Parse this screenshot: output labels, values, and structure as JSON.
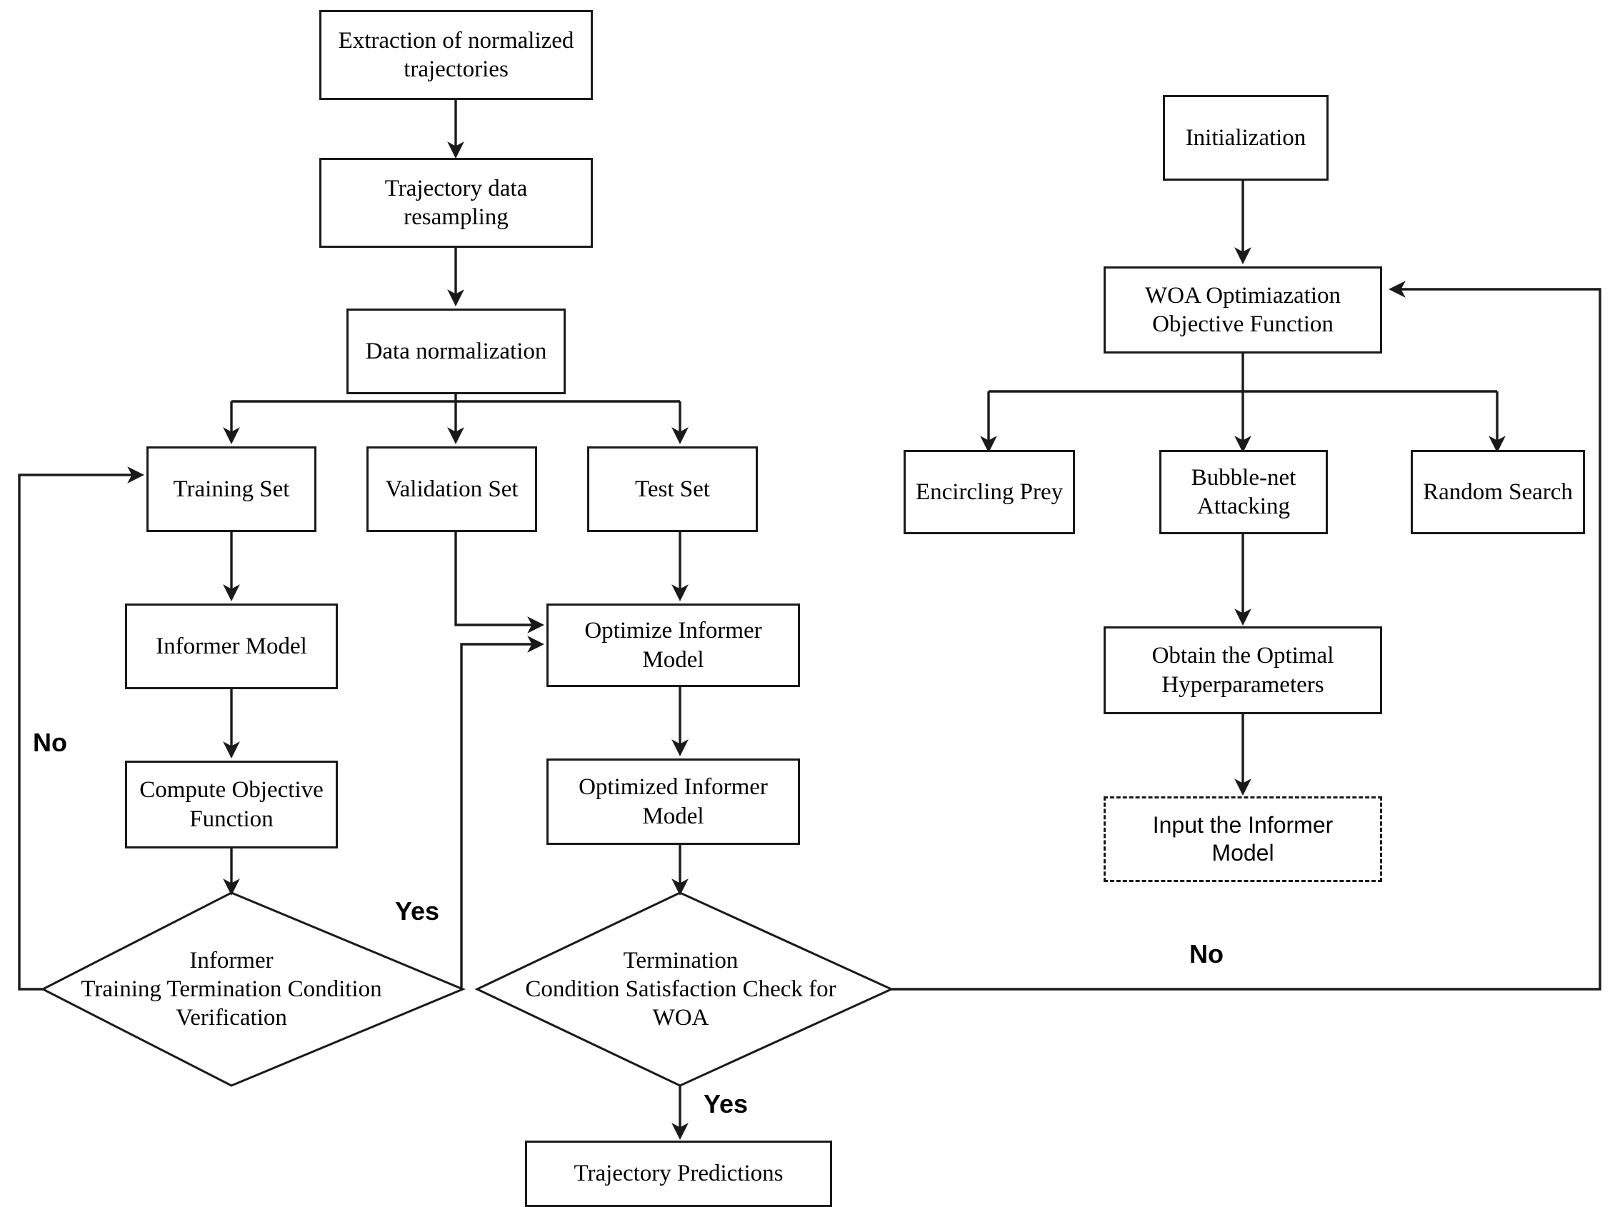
{
  "diagram": {
    "title": "WOA-Informer trajectory prediction flowchart",
    "stroke_color": "#1a1a1a",
    "background_color": "#ffffff",
    "nodes": {
      "extraction": {
        "label": "Extraction of normalized\ntrajectories",
        "shape": "rectangle"
      },
      "resampling": {
        "label": "Trajectory data\nresampling",
        "shape": "rectangle"
      },
      "normalization": {
        "label": "Data normalization",
        "shape": "rectangle"
      },
      "training_set": {
        "label": "Training Set",
        "shape": "rectangle"
      },
      "validation_set": {
        "label": "Validation Set",
        "shape": "rectangle"
      },
      "test_set": {
        "label": "Test Set",
        "shape": "rectangle"
      },
      "informer_model": {
        "label": "Informer Model",
        "shape": "rectangle"
      },
      "compute_objective": {
        "label": "Compute Objective\nFunction",
        "shape": "rectangle"
      },
      "informer_check": {
        "label": "Informer\nTraining Termination Condition\nVerification",
        "shape": "diamond"
      },
      "optimize_informer": {
        "label": "Optimize Informer\nModel",
        "shape": "rectangle"
      },
      "optimized_informer": {
        "label": "Optimized Informer\nModel",
        "shape": "rectangle"
      },
      "woa_check": {
        "label": "Termination\nCondition Satisfaction Check for\nWOA",
        "shape": "diamond"
      },
      "trajectory_predictions": {
        "label": "Trajectory Predictions",
        "shape": "rectangle"
      },
      "initialization": {
        "label": "Initialization",
        "shape": "rectangle"
      },
      "woa_objective": {
        "label": "WOA Optimiazation\nObjective Function",
        "shape": "rectangle"
      },
      "encircling_prey": {
        "label": "Encircling Prey",
        "shape": "rectangle"
      },
      "bubble_net": {
        "label": "Bubble-net\nAttacking",
        "shape": "rectangle"
      },
      "random_search": {
        "label": "Random Search",
        "shape": "rectangle"
      },
      "obtain_hyperparameters": {
        "label": "Obtain the Optimal\nHyperparameters",
        "shape": "rectangle"
      },
      "input_informer": {
        "label": "Input the Informer\nModel",
        "shape": "rectangle-dashed"
      }
    },
    "edge_labels": {
      "informer_no": "No",
      "informer_yes": "Yes",
      "woa_yes": "Yes",
      "woa_no": "No"
    }
  }
}
